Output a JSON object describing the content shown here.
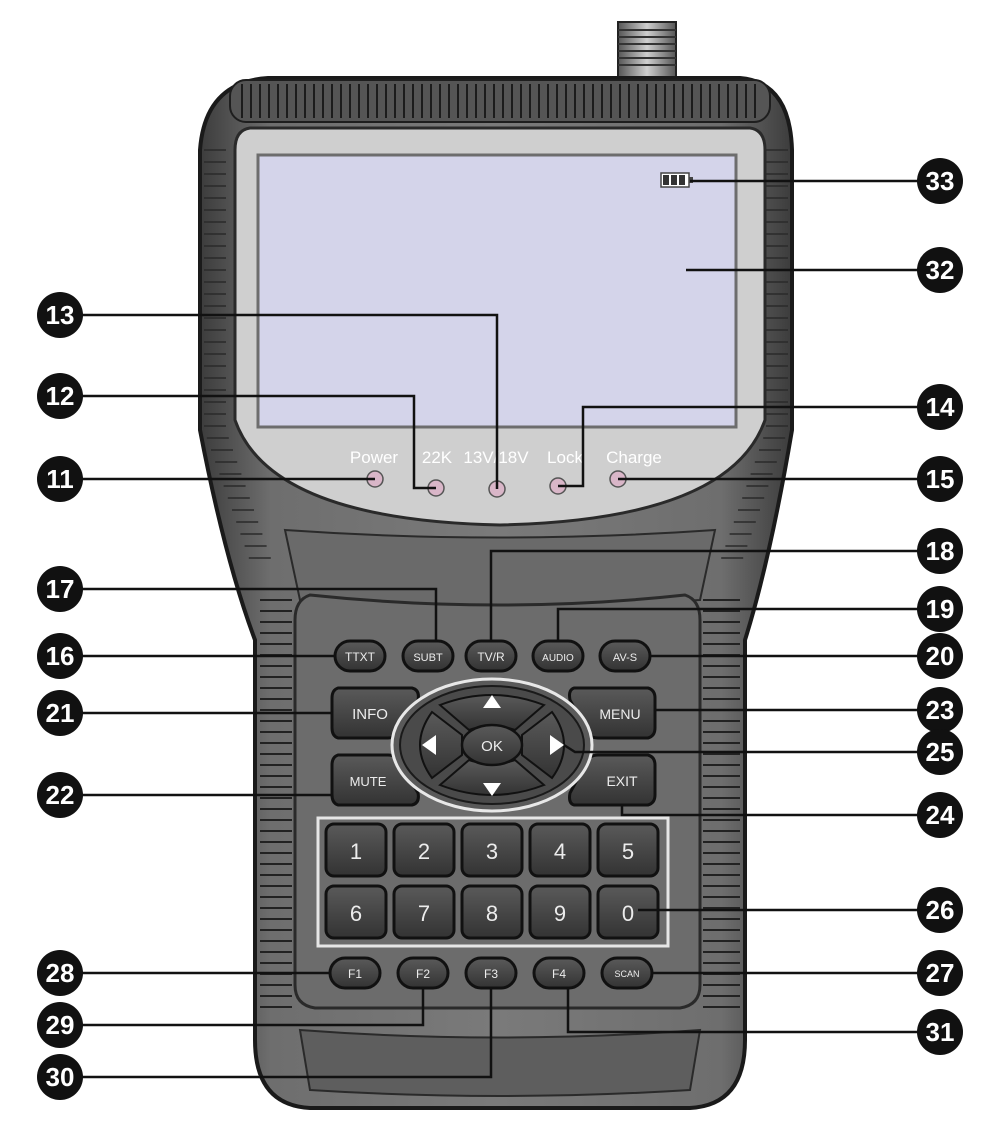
{
  "led_labels": {
    "power": "Power",
    "k22": "22K",
    "v1318": "13V/18V",
    "lock": "Lock",
    "charge": "Charge"
  },
  "function_keys": {
    "ttxt": "TTXT",
    "subt": "SUBT",
    "tvr": "TV/R",
    "audio": "AUDIO",
    "avs": "AV-S"
  },
  "nav_keys": {
    "info": "INFO",
    "menu": "MENU",
    "mute": "MUTE",
    "exit": "EXIT",
    "ok": "OK"
  },
  "number_keys": [
    "1",
    "2",
    "3",
    "4",
    "5",
    "6",
    "7",
    "8",
    "9",
    "0"
  ],
  "bottom_keys": {
    "f1": "F1",
    "f2": "F2",
    "f3": "F3",
    "f4": "F4",
    "scan": "SCAN"
  },
  "callouts": {
    "c11": "11",
    "c12": "12",
    "c13": "13",
    "c14": "14",
    "c15": "15",
    "c16": "16",
    "c17": "17",
    "c18": "18",
    "c19": "19",
    "c20": "20",
    "c21": "21",
    "c22": "22",
    "c23": "23",
    "c24": "24",
    "c25": "25",
    "c26": "26",
    "c27": "27",
    "c28": "28",
    "c29": "29",
    "c30": "30",
    "c31": "31",
    "c32": "32",
    "c33": "33"
  },
  "colors": {
    "body": "#6a6a6a",
    "body_dark": "#3a3a3a",
    "screen": "#d4d4ea",
    "led": "#d9b6c8",
    "key": "#454545",
    "callout": "#111111"
  }
}
